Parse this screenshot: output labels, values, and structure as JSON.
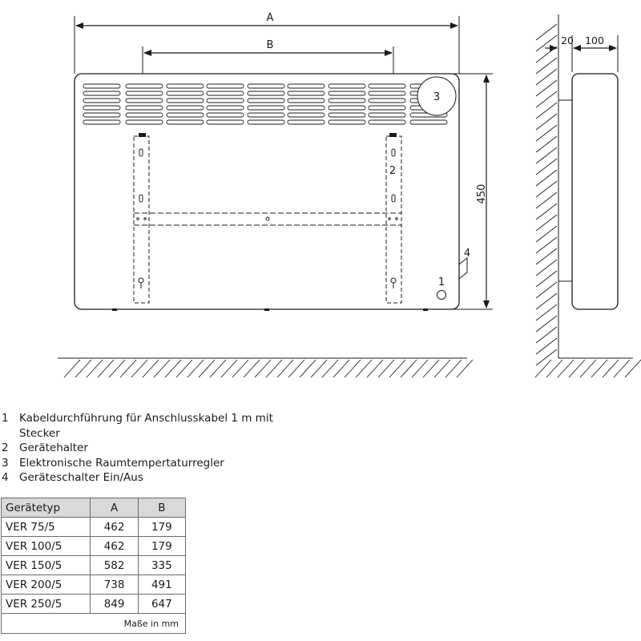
{
  "front_view": {
    "dimension_a_label": "A",
    "dimension_b_label": "B",
    "height_label": "450",
    "callouts": [
      "1",
      "2",
      "3",
      "4"
    ]
  },
  "side_view": {
    "depth_small_label": "20",
    "depth_large_label": "100"
  },
  "legend": [
    {
      "num": "1",
      "text": "Kabeldurchführung für Anschlusskabel 1 m mit Stecker"
    },
    {
      "num": "2",
      "text": "Gerätehalter"
    },
    {
      "num": "3",
      "text": "Elektronische Raumtempertaturregler"
    },
    {
      "num": "4",
      "text": "Geräteschalter Ein/Aus"
    }
  ],
  "table": {
    "headers": [
      "Gerätetyp",
      "A",
      "B"
    ],
    "rows": [
      [
        "VER 75/5",
        "462",
        "179"
      ],
      [
        "VER 100/5",
        "462",
        "179"
      ],
      [
        "VER 150/5",
        "582",
        "335"
      ],
      [
        "VER 200/5",
        "738",
        "491"
      ],
      [
        "VER 250/5",
        "849",
        "647"
      ]
    ],
    "unit_note": "Maße in mm"
  }
}
